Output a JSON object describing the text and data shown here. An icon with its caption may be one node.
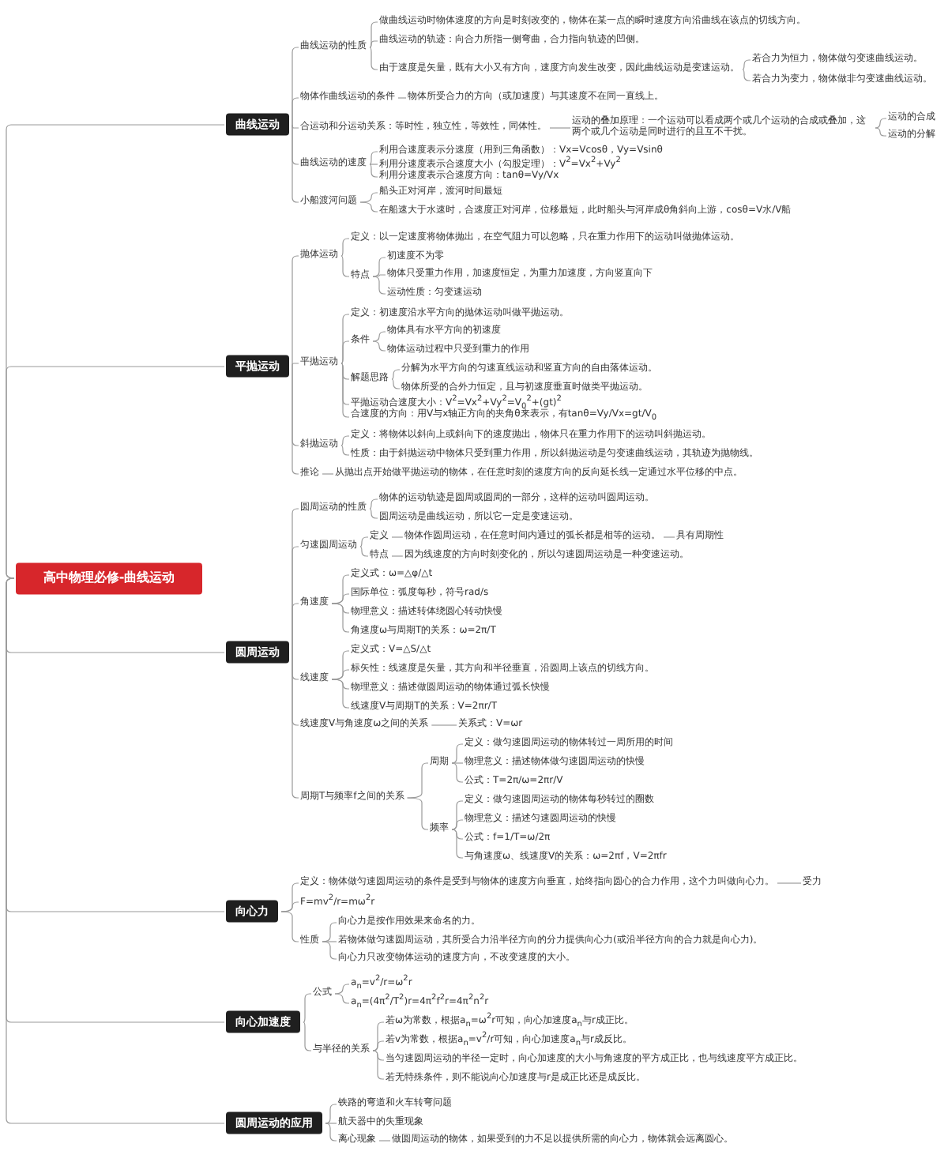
{
  "diagram": {
    "nodes": [
      {
        "text": [
          "高中物理必修-曲线运动"
        ]
      },
      {
        "text": [
          "曲线运动"
        ]
      },
      {
        "text": [
          "曲线运动的性质"
        ]
      },
      {
        "text": [
          "做曲线运动时物体速度的方向是时刻改变的，物体在某一点的瞬时速度方向沿曲线在该点的切线方向。"
        ]
      },
      {
        "text": [
          "曲线运动的轨迹：向合力所指一侧弯曲，合力指向轨迹的凹侧。"
        ]
      },
      {
        "text": [
          "由于速度是矢量，既有大小又有方向，速度方向发生改变，因此曲线运动是变速运动。"
        ]
      },
      {
        "text": [
          "若合力为恒力，物体做匀变速曲线运动。"
        ]
      },
      {
        "text": [
          "若合力为变力，物体做非匀变速曲线运动。"
        ]
      },
      {
        "text": [
          "物体作曲线运动的条件"
        ]
      },
      {
        "text": [
          "物体所受合力的方向（或加速度）与其速度不在同一直线上。"
        ]
      },
      {
        "text": [
          "合运动和分运动关系：等时性，独立性，等效性，同体性。"
        ]
      },
      {
        "text": [
          "运动的叠加原理：一个运动可以看成两个或几个运动的合成或叠加，这两个或几个运动是同时进行的且互不干扰。"
        ]
      },
      {
        "text": [
          "运动的合成"
        ]
      },
      {
        "text": [
          "运动的分解"
        ]
      },
      {
        "text": [
          "曲线运动的速度"
        ]
      },
      {
        "text": [
          "利用合速度表示分速度（用到三角函数）：Vx=Vcosθ，Vy=Vsinθ"
        ]
      },
      {
        "text": [
          "利用分速度表示合速度大小（勾股定理）：V$^{2}$=Vx$^{2}$+Vy$^{2}$"
        ]
      },
      {
        "text": [
          "利用分速度表示合速度方向：tanθ=Vy/Vx"
        ]
      },
      {
        "text": [
          "小船渡河问题"
        ]
      },
      {
        "text": [
          "船头正对河岸，渡河时间最短"
        ]
      },
      {
        "text": [
          "在船速大于水速时，合速度正对河岸，位移最短，此时船头与河岸成θ角斜向上游，cosθ=V水/V船"
        ]
      },
      {
        "text": [
          "平抛运动"
        ]
      },
      {
        "text": [
          "抛体运动"
        ]
      },
      {
        "text": [
          "定义：以一定速度将物体抛出，在空气阻力可以忽略，只在重力作用下的运动叫做抛体运动。"
        ]
      },
      {
        "text": [
          "特点"
        ]
      },
      {
        "text": [
          "初速度不为零"
        ]
      },
      {
        "text": [
          "物体只受重力作用，加速度恒定，为重力加速度，方向竖直向下"
        ]
      },
      {
        "text": [
          "运动性质：匀变速运动"
        ]
      },
      {
        "text": [
          "平抛运动"
        ]
      },
      {
        "text": [
          "定义：初速度沿水平方向的抛体运动叫做平抛运动。"
        ]
      },
      {
        "text": [
          "条件"
        ]
      },
      {
        "text": [
          "物体具有水平方向的初速度"
        ]
      },
      {
        "text": [
          "物体运动过程中只受到重力的作用"
        ]
      },
      {
        "text": [
          "解题思路"
        ]
      },
      {
        "text": [
          "分解为水平方向的匀速直线运动和竖直方向的自由落体运动。"
        ]
      },
      {
        "text": [
          "物体所受的合外力恒定，且与初速度垂直时做类平抛运动。"
        ]
      },
      {
        "text": [
          "平抛运动合速度大小：V$^{2}$=Vx$^{2}$+Vy$^{2}$=V$_{0}$$^{2}$+(gt)$^{2}$"
        ]
      },
      {
        "text": [
          "合速度的方向：用V与x轴正方向的夹角θ来表示，有tanθ=Vy/Vx=gt/V$_{0}$"
        ]
      },
      {
        "text": [
          "斜抛运动"
        ]
      },
      {
        "text": [
          "定义：将物体以斜向上或斜向下的速度抛出，物体只在重力作用下的运动叫斜抛运动。"
        ]
      },
      {
        "text": [
          "性质：由于斜抛运动中物体只受到重力作用，所以斜抛运动是匀变速曲线运动，其轨迹为抛物线。"
        ]
      },
      {
        "text": [
          "推论"
        ]
      },
      {
        "text": [
          "从抛出点开始做平抛运动的物体，在任意时刻的速度方向的反向延长线一定通过水平位移的中点。"
        ]
      },
      {
        "text": [
          "圆周运动"
        ]
      },
      {
        "text": [
          "圆周运动的性质"
        ]
      },
      {
        "text": [
          "物体的运动轨迹是圆周或圆周的一部分，这样的运动叫圆周运动。"
        ]
      },
      {
        "text": [
          "圆周运动是曲线运动，所以它一定是变速运动。"
        ]
      },
      {
        "text": [
          "匀速圆周运动"
        ]
      },
      {
        "text": [
          "定义"
        ]
      },
      {
        "text": [
          "物体作圆周运动，在任意时间内通过的弧长都是相等的运动。"
        ]
      },
      {
        "text": [
          "具有周期性"
        ]
      },
      {
        "text": [
          "特点"
        ]
      },
      {
        "text": [
          "因为线速度的方向时刻变化的，所以匀速圆周运动是一种变速运动。"
        ]
      },
      {
        "text": [
          "角速度"
        ]
      },
      {
        "text": [
          "定义式：ω=△φ/△t"
        ]
      },
      {
        "text": [
          "国际单位：弧度每秒，符号rad/s"
        ]
      },
      {
        "text": [
          "物理意义：描述转体绕圆心转动快慢"
        ]
      },
      {
        "text": [
          "角速度ω与周期T的关系：ω=2π/T"
        ]
      },
      {
        "text": [
          "线速度"
        ]
      },
      {
        "text": [
          "定义式：V=△S/△t"
        ]
      },
      {
        "text": [
          "标矢性：线速度是矢量，其方向和半径垂直，沿圆周上该点的切线方向。"
        ]
      },
      {
        "text": [
          "物理意义：描述做圆周运动的物体通过弧长快慢"
        ]
      },
      {
        "text": [
          "线速度V与周期T的关系：V=2πr/T"
        ]
      },
      {
        "text": [
          "线速度V与角速度ω之间的关系"
        ]
      },
      {
        "text": [
          "关系式：V=ωr"
        ]
      },
      {
        "text": [
          "周期T与频率f之间的关系"
        ]
      },
      {
        "text": [
          "周期"
        ]
      },
      {
        "text": [
          "定义：做匀速圆周运动的物体转过一周所用的时间"
        ]
      },
      {
        "text": [
          "物理意义：描述物体做匀速圆周运动的快慢"
        ]
      },
      {
        "text": [
          "公式：T=2π/ω=2πr/V"
        ]
      },
      {
        "text": [
          "频率"
        ]
      },
      {
        "text": [
          "定义：做匀速圆周运动的物体每秒转过的圈数"
        ]
      },
      {
        "text": [
          "物理意义：描述匀速圆周运动的快慢"
        ]
      },
      {
        "text": [
          "公式：f=1/T=ω/2π"
        ]
      },
      {
        "text": [
          "与角速度ω、线速度V的关系：ω=2πf，V=2πfr"
        ]
      },
      {
        "text": [
          "向心力"
        ]
      },
      {
        "text": [
          "定义：物体做匀速圆周运动的条件是受到与物体的速度方向垂直，始终指向圆心的合力作用，这个力叫做向心力。"
        ]
      },
      {
        "text": [
          "受力"
        ]
      },
      {
        "text": [
          "F=mv$^{2}$/r=mω$^{2}$r"
        ]
      },
      {
        "text": [
          "性质"
        ]
      },
      {
        "text": [
          "向心力是按作用效果来命名的力。"
        ]
      },
      {
        "text": [
          "若物体做匀速圆周运动，其所受合力沿半径方向的分力提供向心力(或沿半径方向的合力就是向心力)。"
        ]
      },
      {
        "text": [
          "向心力只改变物体运动的速度方向，不改变速度的大小。"
        ]
      },
      {
        "text": [
          "向心加速度"
        ]
      },
      {
        "text": [
          "公式"
        ]
      },
      {
        "text": [
          "a$_{n}$=v$^{2}$/r=ω$^{2}$r"
        ]
      },
      {
        "text": [
          "a$_{n}$=(4π$^{2}$/T$^{2}$)r=4π$^{2}$f$^{2}$r=4π$^{2}$n$^{2}$r"
        ]
      },
      {
        "text": [
          "与半径的关系"
        ]
      },
      {
        "text": [
          "若ω为常数，根据a$_{n}$=ω$^{2}$r可知，向心加速度a$_{n}$与r成正比。"
        ]
      },
      {
        "text": [
          "若v为常数，根据a$_{n}$=v$^{2}$/r可知，向心加速度a$_{n}$与r成反比。"
        ]
      },
      {
        "text": [
          "当匀速圆周运动的半径一定时，向心加速度的大小与角速度的平方成正比，也与线速度平方成正比。"
        ]
      },
      {
        "text": [
          "若无特殊条件，则不能说向心加速度与r是成正比还是成反比。"
        ]
      },
      {
        "text": [
          "圆周运动的应用"
        ]
      },
      {
        "text": [
          "铁路的弯道和火车转弯问题"
        ]
      },
      {
        "text": [
          "航天器中的失重现象"
        ]
      },
      {
        "text": [
          "离心现象"
        ]
      },
      {
        "text": [
          "做圆周运动的物体，如果受到的力不足以提供所需的向心力，物体就会远离圆心。"
        ]
      }
    ],
    "edges": [
      {
        "from": 0,
        "to": 1,
        "arrow": "none"
      },
      {
        "from": 1,
        "to": 2,
        "arrow": "none"
      },
      {
        "from": 2,
        "to": 3,
        "arrow": "none"
      },
      {
        "from": 2,
        "to": 4,
        "arrow": "none"
      },
      {
        "from": 2,
        "to": 5,
        "arrow": "none"
      },
      {
        "from": 5,
        "to": 6,
        "arrow": "none"
      },
      {
        "from": 5,
        "to": 7,
        "arrow": "none"
      },
      {
        "from": 1,
        "to": 8,
        "arrow": "none"
      },
      {
        "from": 8,
        "to": 9,
        "arrow": "none"
      },
      {
        "from": 1,
        "to": 10,
        "arrow": "none"
      },
      {
        "from": 10,
        "to": 11,
        "arrow": "none"
      },
      {
        "from": 11,
        "to": 12,
        "arrow": "none"
      },
      {
        "from": 11,
        "to": 13,
        "arrow": "none"
      },
      {
        "from": 1,
        "to": 14,
        "arrow": "none"
      },
      {
        "from": 14,
        "to": 15,
        "arrow": "none"
      },
      {
        "from": 14,
        "to": 16,
        "arrow": "none"
      },
      {
        "from": 14,
        "to": 17,
        "arrow": "none"
      },
      {
        "from": 1,
        "to": 18,
        "arrow": "none"
      },
      {
        "from": 18,
        "to": 19,
        "arrow": "none"
      },
      {
        "from": 18,
        "to": 20,
        "arrow": "none"
      },
      {
        "from": 0,
        "to": 21,
        "arrow": "none"
      },
      {
        "from": 21,
        "to": 22,
        "arrow": "none"
      },
      {
        "from": 22,
        "to": 23,
        "arrow": "none"
      },
      {
        "from": 22,
        "to": 24,
        "arrow": "none"
      },
      {
        "from": 24,
        "to": 25,
        "arrow": "none"
      },
      {
        "from": 24,
        "to": 26,
        "arrow": "none"
      },
      {
        "from": 24,
        "to": 27,
        "arrow": "none"
      },
      {
        "from": 21,
        "to": 28,
        "arrow": "none"
      },
      {
        "from": 28,
        "to": 29,
        "arrow": "none"
      },
      {
        "from": 28,
        "to": 30,
        "arrow": "none"
      },
      {
        "from": 30,
        "to": 31,
        "arrow": "none"
      },
      {
        "from": 30,
        "to": 32,
        "arrow": "none"
      },
      {
        "from": 28,
        "to": 33,
        "arrow": "none"
      },
      {
        "from": 33,
        "to": 34,
        "arrow": "none"
      },
      {
        "from": 33,
        "to": 35,
        "arrow": "none"
      },
      {
        "from": 28,
        "to": 36,
        "arrow": "none"
      },
      {
        "from": 28,
        "to": 37,
        "arrow": "none"
      },
      {
        "from": 21,
        "to": 38,
        "arrow": "none"
      },
      {
        "from": 38,
        "to": 39,
        "arrow": "none"
      },
      {
        "from": 38,
        "to": 40,
        "arrow": "none"
      },
      {
        "from": 21,
        "to": 41,
        "arrow": "none"
      },
      {
        "from": 41,
        "to": 42,
        "arrow": "none"
      },
      {
        "from": 0,
        "to": 43,
        "arrow": "none"
      },
      {
        "from": 43,
        "to": 44,
        "arrow": "none"
      },
      {
        "from": 44,
        "to": 45,
        "arrow": "none"
      },
      {
        "from": 44,
        "to": 46,
        "arrow": "none"
      },
      {
        "from": 43,
        "to": 47,
        "arrow": "none"
      },
      {
        "from": 47,
        "to": 48,
        "arrow": "none"
      },
      {
        "from": 48,
        "to": 49,
        "arrow": "none"
      },
      {
        "from": 49,
        "to": 50,
        "arrow": "none"
      },
      {
        "from": 47,
        "to": 51,
        "arrow": "none"
      },
      {
        "from": 51,
        "to": 52,
        "arrow": "none"
      },
      {
        "from": 43,
        "to": 53,
        "arrow": "none"
      },
      {
        "from": 53,
        "to": 54,
        "arrow": "none"
      },
      {
        "from": 53,
        "to": 55,
        "arrow": "none"
      },
      {
        "from": 53,
        "to": 56,
        "arrow": "none"
      },
      {
        "from": 53,
        "to": 57,
        "arrow": "none"
      },
      {
        "from": 43,
        "to": 58,
        "arrow": "none"
      },
      {
        "from": 58,
        "to": 59,
        "arrow": "none"
      },
      {
        "from": 58,
        "to": 60,
        "arrow": "none"
      },
      {
        "from": 58,
        "to": 61,
        "arrow": "none"
      },
      {
        "from": 58,
        "to": 62,
        "arrow": "none"
      },
      {
        "from": 43,
        "to": 63,
        "arrow": "none"
      },
      {
        "from": 63,
        "to": 64,
        "arrow": "none"
      },
      {
        "from": 43,
        "to": 65,
        "arrow": "none"
      },
      {
        "from": 65,
        "to": 66,
        "arrow": "none"
      },
      {
        "from": 66,
        "to": 67,
        "arrow": "none"
      },
      {
        "from": 66,
        "to": 68,
        "arrow": "none"
      },
      {
        "from": 66,
        "to": 69,
        "arrow": "none"
      },
      {
        "from": 65,
        "to": 70,
        "arrow": "none"
      },
      {
        "from": 70,
        "to": 71,
        "arrow": "none"
      },
      {
        "from": 70,
        "to": 72,
        "arrow": "none"
      },
      {
        "from": 70,
        "to": 73,
        "arrow": "none"
      },
      {
        "from": 70,
        "to": 74,
        "arrow": "none"
      },
      {
        "from": 0,
        "to": 75,
        "arrow": "none"
      },
      {
        "from": 75,
        "to": 76,
        "arrow": "none"
      },
      {
        "from": 76,
        "to": 77,
        "arrow": "none"
      },
      {
        "from": 75,
        "to": 78,
        "arrow": "none"
      },
      {
        "from": 75,
        "to": 79,
        "arrow": "none"
      },
      {
        "from": 79,
        "to": 80,
        "arrow": "none"
      },
      {
        "from": 79,
        "to": 81,
        "arrow": "none"
      },
      {
        "from": 79,
        "to": 82,
        "arrow": "none"
      },
      {
        "from": 0,
        "to": 83,
        "arrow": "none"
      },
      {
        "from": 83,
        "to": 84,
        "arrow": "none"
      },
      {
        "from": 84,
        "to": 85,
        "arrow": "none"
      },
      {
        "from": 84,
        "to": 86,
        "arrow": "none"
      },
      {
        "from": 83,
        "to": 87,
        "arrow": "none"
      },
      {
        "from": 87,
        "to": 88,
        "arrow": "none"
      },
      {
        "from": 87,
        "to": 89,
        "arrow": "none"
      },
      {
        "from": 87,
        "to": 90,
        "arrow": "none"
      },
      {
        "from": 87,
        "to": 91,
        "arrow": "none"
      },
      {
        "from": 0,
        "to": 92,
        "arrow": "none"
      },
      {
        "from": 92,
        "to": 93,
        "arrow": "none"
      },
      {
        "from": 92,
        "to": 94,
        "arrow": "none"
      },
      {
        "from": 92,
        "to": 95,
        "arrow": "none"
      },
      {
        "from": 95,
        "to": 96,
        "arrow": "none"
      }
    ]
  }
}
